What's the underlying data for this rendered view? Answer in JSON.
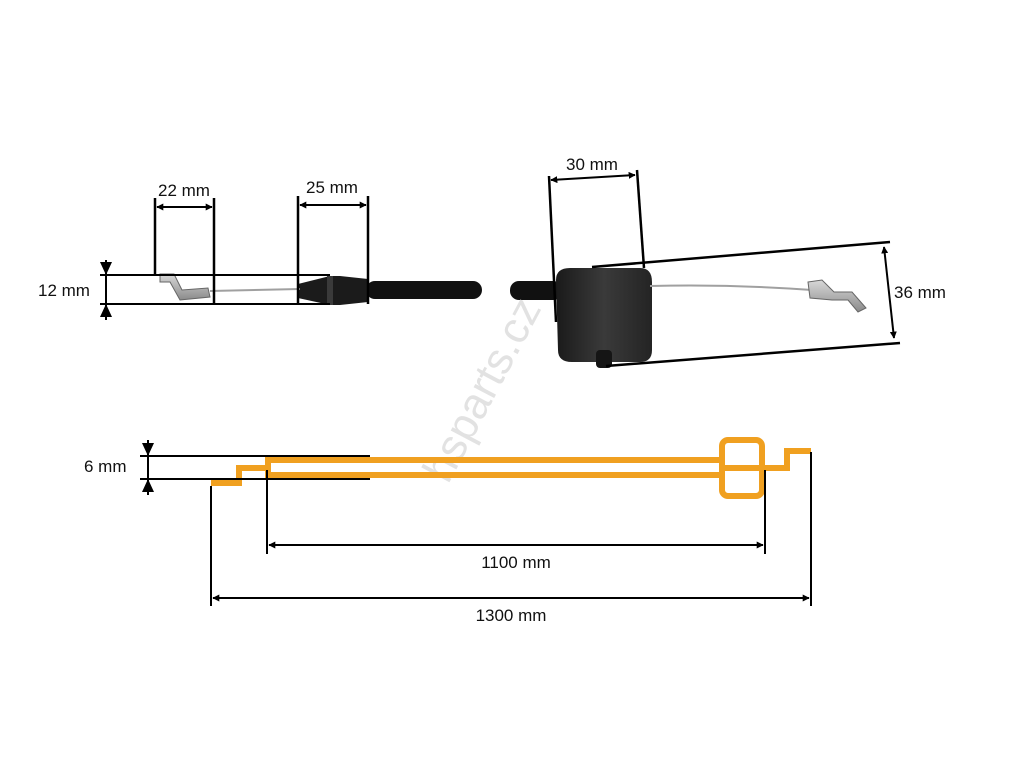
{
  "dimensions": {
    "hook_width": "22 mm",
    "ferrule_width": "25 mm",
    "end_height": "12 mm",
    "block_width": "30 mm",
    "block_height": "36 mm",
    "profile_height": "6 mm",
    "inner_length": "1100 mm",
    "total_length": "1300 mm"
  },
  "watermark": "hsparts.cz",
  "colors": {
    "cable": "#111111",
    "block": "#2b2b2b",
    "wire": "#9a9a9a",
    "profile": "#f0a020",
    "dimension": "#000000"
  }
}
